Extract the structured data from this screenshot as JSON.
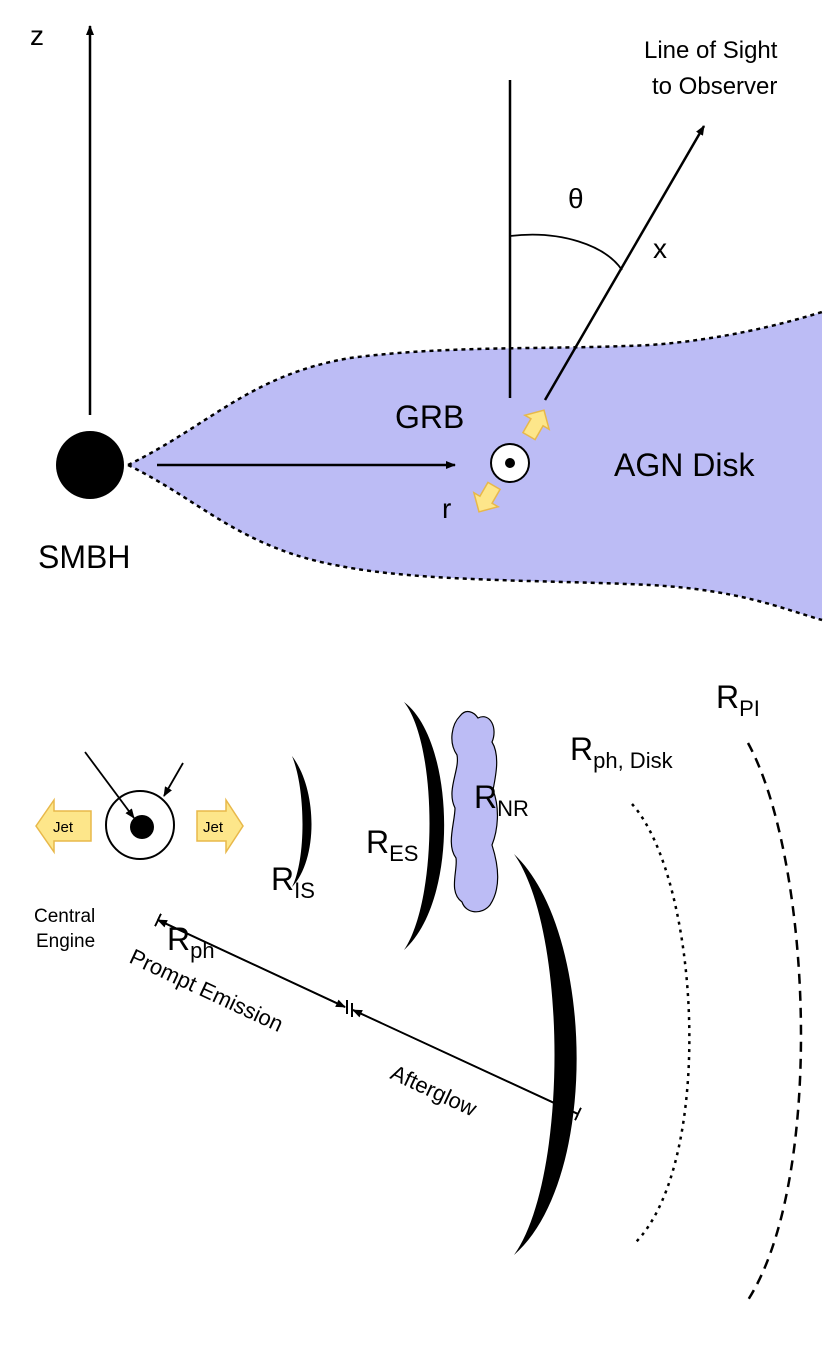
{
  "top": {
    "z_label": "z",
    "los_label_line1": "Line of Sight",
    "los_label_line2": "to Observer",
    "theta_label": "θ",
    "x_label": "x",
    "grb_label": "GRB",
    "r_label": "r",
    "disk_label": "AGN Disk",
    "smbh_label": "SMBH",
    "disk_color": "#bcbcf5"
  },
  "bottom": {
    "central_engine_line1": "Central",
    "central_engine_line2": "Engine",
    "r_ph": {
      "main": "R",
      "sub": "ph"
    },
    "r_is": {
      "main": "R",
      "sub": "IS"
    },
    "r_es": {
      "main": "R",
      "sub": "ES"
    },
    "r_nr": {
      "main": "R",
      "sub": "NR"
    },
    "r_ph_disk": {
      "main": "R",
      "sub": "ph, Disk"
    },
    "r_pi": {
      "main": "R",
      "sub": "PI"
    },
    "jet_label": "Jet",
    "prompt_emission_label": "Prompt Emission",
    "afterglow_label": "Afterglow",
    "jet_color": "#fde68a",
    "cloud_color": "#bcbcf5"
  }
}
